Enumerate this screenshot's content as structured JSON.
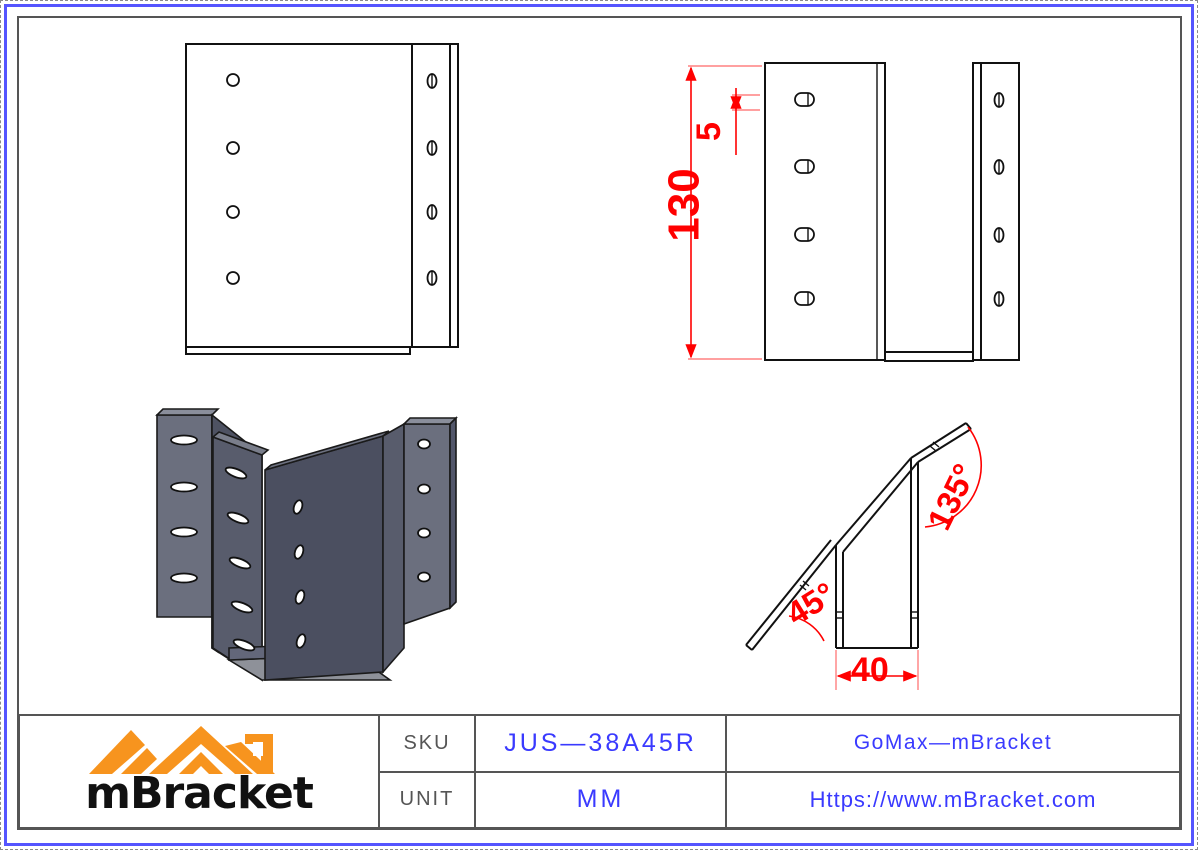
{
  "document": {
    "type": "engineering-drawing",
    "units_note": "MM"
  },
  "title_block": {
    "rows": [
      {
        "label": "SKU",
        "value": "JUS—38A45R",
        "brand": "GoMax—mBracket"
      },
      {
        "label": "UNIT",
        "value": "MM",
        "brand": "Https://www.mBracket.com"
      }
    ],
    "logo": {
      "text": "mBracket",
      "icon": "roof-peaks-logo",
      "accent_color": "#F7941E",
      "text_color": "#111111"
    },
    "colors": {
      "value_blue": "#3a3aff",
      "label_gray": "#555555",
      "frame_gray": "#555555",
      "sheet_border_blue": "#5555ff"
    }
  },
  "views": {
    "front_view": {
      "name": "front-elevation-view",
      "holes_left_column": 4,
      "holes_right_flange": 4,
      "hole_shape": "round"
    },
    "side_view": {
      "name": "side-elevation-view",
      "holes_web_column": 4,
      "holes_flange_column": 4,
      "hole_shape": "oval-slot"
    },
    "isometric_view": {
      "name": "isometric-3d-view",
      "body_color": "#5a5e6e",
      "face_color": "#4a4e5e",
      "slots_back_flange": 4,
      "slots_side_web": 5,
      "holes_front_face": 4,
      "holes_right_flange": 4
    },
    "section_view": {
      "name": "angled-section-view",
      "description": "45 degree sloped seat profile"
    }
  },
  "dimensions": {
    "height": {
      "value": "130",
      "orientation": "vertical",
      "color": "#ff0000"
    },
    "flange_offset": {
      "value": "5",
      "orientation": "vertical",
      "color": "#ff0000"
    },
    "width": {
      "value": "40",
      "orientation": "horizontal",
      "color": "#ff0000"
    },
    "angle_lower": {
      "value": "45°",
      "color": "#ff0000"
    },
    "angle_upper": {
      "value": "135°",
      "color": "#ff0000"
    }
  }
}
